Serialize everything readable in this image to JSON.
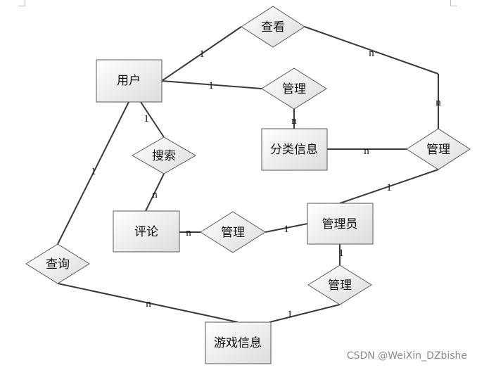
{
  "entities": {
    "user": "用户",
    "category": "分类信息",
    "comment": "评论",
    "admin": "管理员",
    "game": "游戏信息"
  },
  "relations": {
    "view": "查看",
    "manage_category": "管理",
    "manage_right": "管理",
    "search": "搜索",
    "manage_comment": "管理",
    "query": "查询",
    "manage_game": "管理"
  },
  "cardinalities": {
    "user_view": "1",
    "view_manage": "n",
    "manage_right_top": "n",
    "user_manage": "1",
    "manage_category_bottom": "n",
    "category_manage": "n",
    "manage_admin": "1",
    "user_search": "1",
    "search_comment": "n",
    "comment_manage": "n",
    "manage_admin_left": "1",
    "user_query": "1",
    "query_game": "n",
    "admin_manage": "1",
    "manage_game": "1"
  },
  "watermark": "CSDN @WeiXin_DZbishe"
}
